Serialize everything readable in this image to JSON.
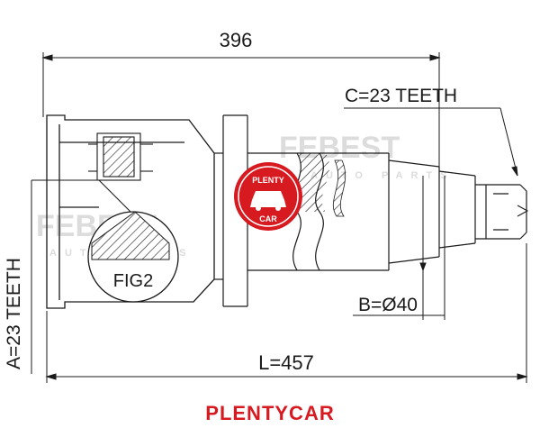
{
  "dimensions": {
    "total_length_top": "396",
    "spline_c": "C=23 TEETH",
    "spline_a": "A=23 TEETH",
    "shaft_b": "B=Ø40",
    "total_length_bottom": "L=457"
  },
  "figure_label": "FIG2",
  "logo": {
    "text_top": "PLENTY",
    "text_bottom": "CAR",
    "color": "#d71920"
  },
  "watermark": {
    "text": "FEBEST",
    "subtext": "AUTO PARTS"
  },
  "brand_caption": "PLENTYCAR",
  "colors": {
    "line": "#1a1a1a",
    "accent": "#d71920",
    "watermark": "#dcdcdc"
  }
}
